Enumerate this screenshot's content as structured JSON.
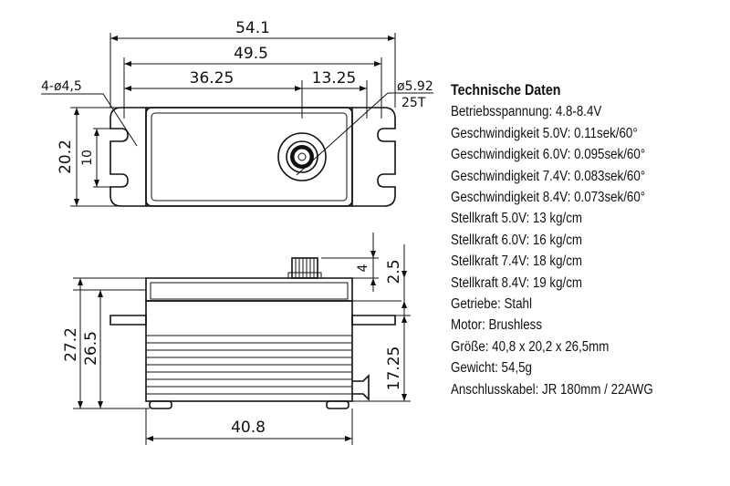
{
  "specs": {
    "title": "Technische Daten",
    "items": [
      "Betriebsspannung: 4.8-8.4V",
      "Geschwindigkeit 5.0V: 0.11sek/60°",
      "Geschwindigkeit 6.0V: 0.095sek/60°",
      "Geschwindigkeit 7.4V: 0.083sek/60°",
      "Geschwindigkeit 8.4V: 0.073sek/60°",
      "Stellkraft 5.0V:  13 kg/cm",
      "Stellkraft 6.0V:  16 kg/cm",
      "Stellkraft 7.4V:  18 kg/cm",
      "Stellkraft 8.4V:  19 kg/cm",
      "Getriebe: Stahl",
      "Motor: Brushless",
      "Größe: 40,8 x 20,2 x 26,5mm",
      "Gewicht: 54,5g",
      "Anschlusskabel: JR 180mm / 22AWG"
    ]
  },
  "dimensions": {
    "overall_length": "54.1",
    "hole_spacing": "49.5",
    "shaft_offset_left": "36.25",
    "shaft_offset_right": "13.25",
    "holes": "4-ø4,5",
    "spline_diameter": "ø5.92",
    "spline_teeth": "25T",
    "width": "20.2",
    "slot_width": "10",
    "total_height": "27.2",
    "case_height": "26.5",
    "spline_height": "4",
    "shaft_height": "2.5",
    "flange_height": "17.25",
    "case_length": "40.8"
  }
}
